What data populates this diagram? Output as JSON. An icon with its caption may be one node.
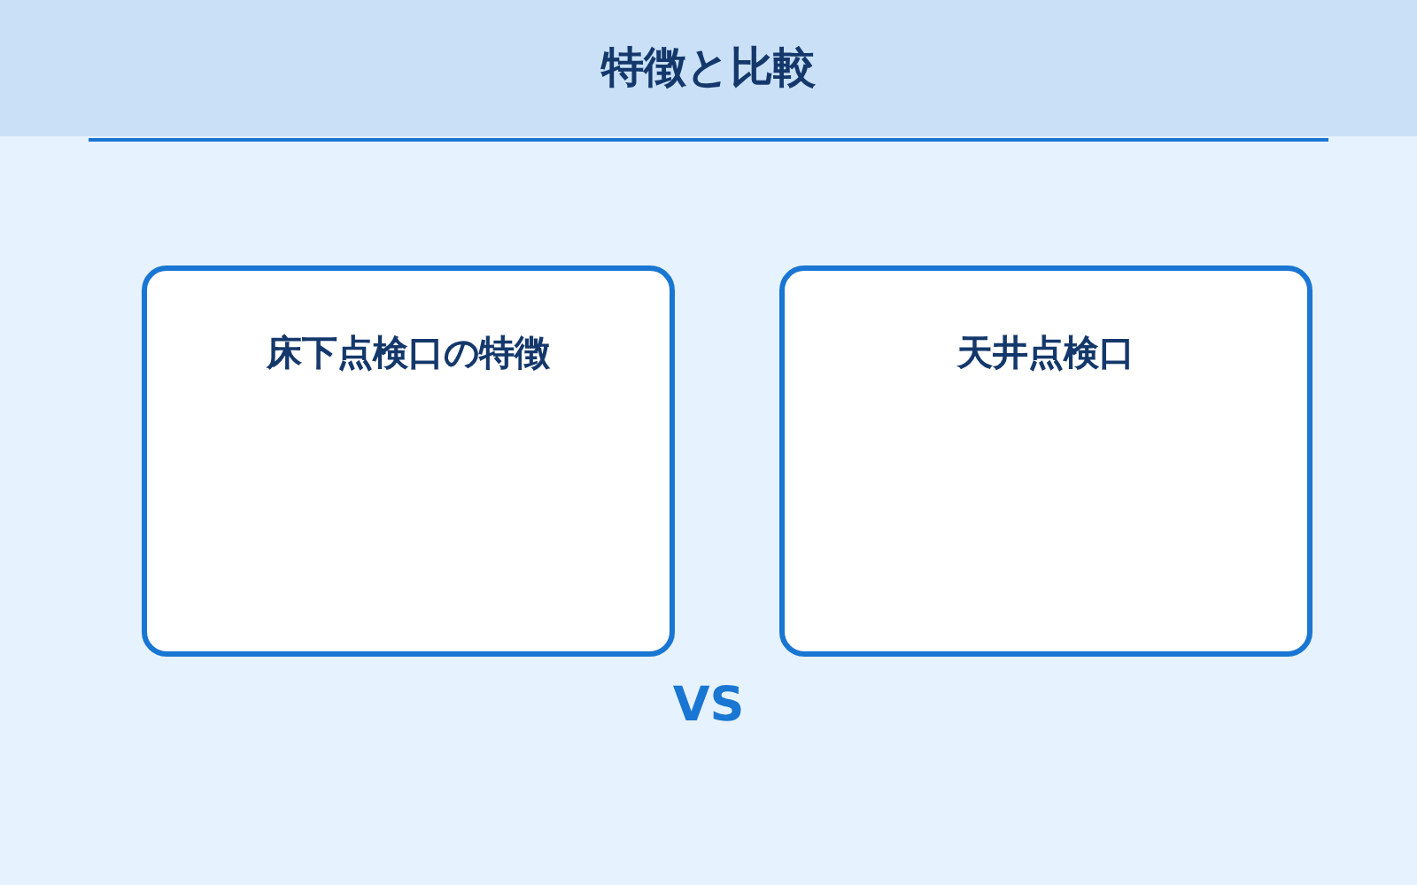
{
  "diagram": {
    "title": "特徴と比較",
    "nodes": [
      {
        "text": [
          "床下点検口の特徴"
        ]
      },
      {
        "text": [
          "天井点検口"
        ]
      }
    ],
    "labels": [
      "VS"
    ]
  }
}
